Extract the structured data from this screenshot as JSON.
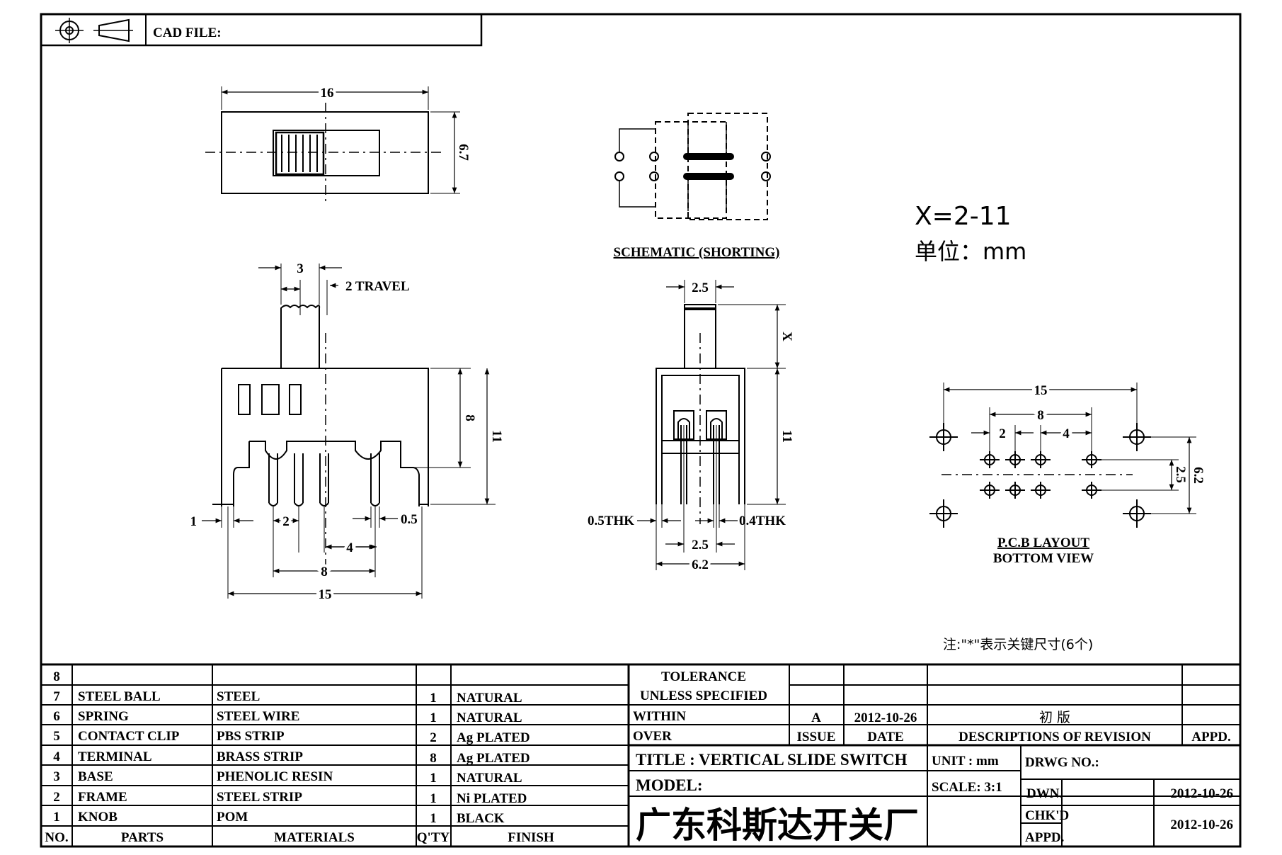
{
  "header": {
    "cad_file_label": "CAD FILE:",
    "projection_icon": "third-angle-projection-icon"
  },
  "variant_note": {
    "formula": "X=2-11",
    "unit": "单位：mm"
  },
  "top_view": {
    "width": "16",
    "height": "6.7"
  },
  "front_view": {
    "knob_width": "3",
    "travel": "2  TRAVEL",
    "height_body": "8",
    "height_total": "11",
    "pin_width": "1",
    "pin_pitch": "2",
    "pin_thk": "0.5",
    "pitch_4": "4",
    "span_8": "8",
    "span_15": "15"
  },
  "schematic": {
    "caption": "SCHEMATIC (SHORTING)"
  },
  "side_view": {
    "top_width": "2.5",
    "knob_height": "X",
    "height": "11",
    "thk_left": "0.5THK",
    "thk_right": "0.4THK",
    "pin_pitch": "2.5",
    "overall_width": "6.2"
  },
  "pcb": {
    "span_15": "15",
    "span_8": "8",
    "pitch_2": "2",
    "pitch_4": "4",
    "row_pitch": "2.5",
    "row_span": "6.2",
    "caption_1": "P.C.B LAYOUT",
    "caption_2": "BOTTOM VIEW"
  },
  "footnote": "注:\"*\"表示关键尺寸(6个)",
  "bom": {
    "rows": [
      {
        "no": "8",
        "part": "",
        "material": "",
        "qty": "",
        "finish": ""
      },
      {
        "no": "7",
        "part": "STEEL BALL",
        "material": "STEEL",
        "qty": "1",
        "finish": "NATURAL"
      },
      {
        "no": "6",
        "part": "SPRING",
        "material": "STEEL WIRE",
        "qty": "1",
        "finish": "NATURAL"
      },
      {
        "no": "5",
        "part": "CONTACT CLIP",
        "material": "PBS STRIP",
        "qty": "2",
        "finish": "Ag PLATED"
      },
      {
        "no": "4",
        "part": "TERMINAL",
        "material": "BRASS STRIP",
        "qty": "8",
        "finish": "Ag PLATED"
      },
      {
        "no": "3",
        "part": "BASE",
        "material": "PHENOLIC RESIN",
        "qty": "1",
        "finish": "NATURAL"
      },
      {
        "no": "2",
        "part": "FRAME",
        "material": "STEEL STRIP",
        "qty": "1",
        "finish": "Ni PLATED"
      },
      {
        "no": "1",
        "part": "KNOB",
        "material": "POM",
        "qty": "1",
        "finish": "BLACK"
      }
    ],
    "headers": {
      "no": "NO.",
      "part": "PARTS",
      "material": "MATERIALS",
      "qty": "Q'TY",
      "finish": "FINISH"
    }
  },
  "tolerance": {
    "line1": "TOLERANCE",
    "line2": "UNLESS  SPECIFIED",
    "within": "WITHIN",
    "over": "OVER"
  },
  "revision": {
    "issue_value": "A",
    "date_value": "2012-10-26",
    "desc_value": "初  版",
    "issue_label": "ISSUE",
    "date_label": "DATE",
    "desc_label": "DESCRIPTIONS OF REVISION",
    "appd_label": "APPD."
  },
  "title_block": {
    "title": "TITLE :  VERTICAL SLIDE SWITCH",
    "unit": "UNIT :  mm",
    "drwg": "DRWG NO.:",
    "model": "MODEL:",
    "scale": "SCALE:  3:1",
    "company": "广东科斯达开关厂",
    "dwn_label": "DWN.",
    "dwn_date": "2012-10-26",
    "chkd_label": "CHK'D",
    "chkd_date": "2012-10-26",
    "appd_label": "APPD."
  }
}
